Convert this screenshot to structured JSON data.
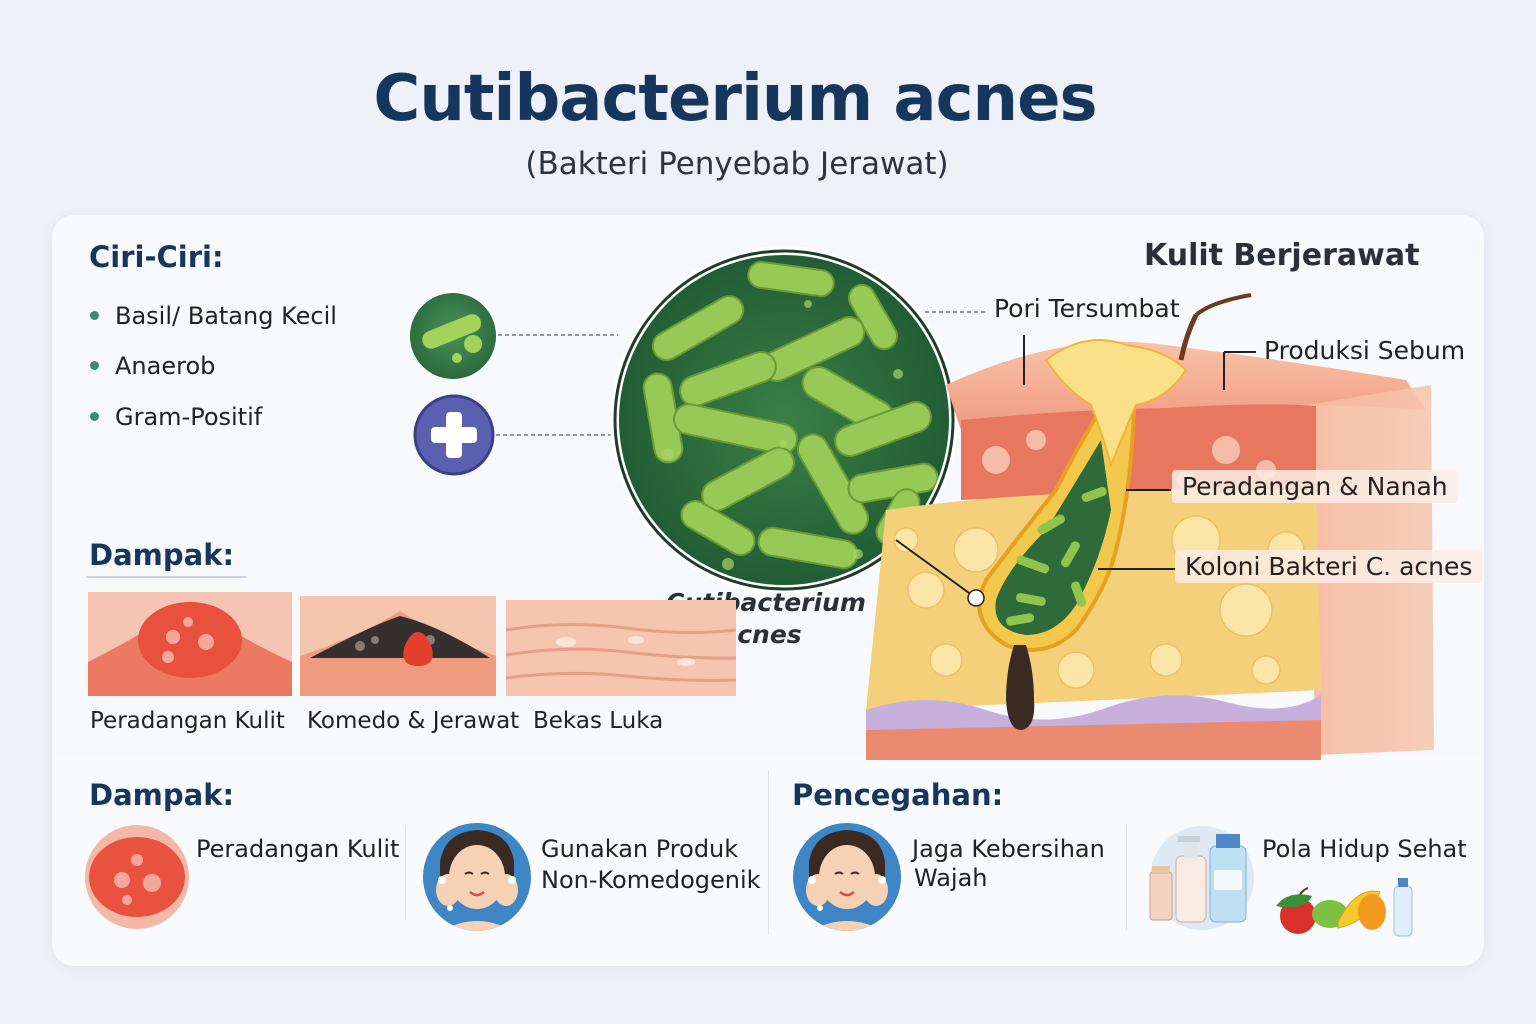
{
  "header": {
    "title": "Cutibacterium acnes",
    "subtitle": "(Bakteri Penyebab Jerawat)"
  },
  "ciri": {
    "heading": "Ciri-Ciri:",
    "items": [
      "Basil/ Batang Kecil",
      "Anaerob",
      "Gram-Positif"
    ]
  },
  "micro_caption_line1": "Cutibacterium",
  "micro_caption_line2": "acnes",
  "skin": {
    "heading": "Kulit Berjerawat",
    "callouts": {
      "pori": "Pori Tersumbat",
      "sebum": "Produksi Sebum",
      "radang": "Peradangan & Nanah",
      "koloni": "Koloni Bakteri C. acnes"
    }
  },
  "dampak_top": {
    "heading": "Dampak:",
    "items": [
      "Peradangan Kulit",
      "Komedo & Jerawat",
      "Bekas Luka"
    ]
  },
  "dampak_bottom": {
    "heading": "Dampak:",
    "items": [
      "Peradangan Kulit",
      "Gunakan Produk",
      "Non-Komedogenik"
    ]
  },
  "pencegahan": {
    "heading": "Pencegahan:",
    "items": [
      "Jaga Kebersihan",
      "Wajah",
      "Pola Hidup Sehat"
    ]
  },
  "colors": {
    "title": "#17365e",
    "bacteria_bg": "#2c6e3c",
    "bacteria_rod": "#8fc54a",
    "gram_positive": "#5a5fb0",
    "skin_pink": "#f3a58c",
    "fat_yellow": "#f7d27a"
  }
}
